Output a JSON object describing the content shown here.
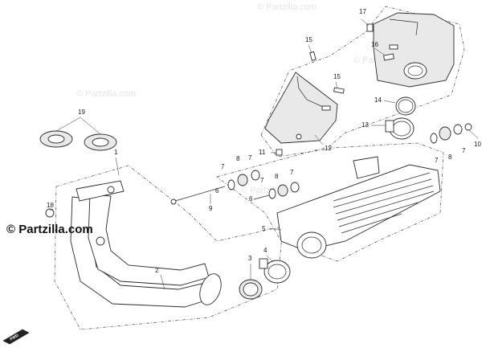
{
  "diagram": {
    "brand_label": "© Partzilla.com",
    "watermark": "© Partzilla.com",
    "badge_label": "FWD",
    "callouts": {
      "c1": "1",
      "c2": "2",
      "c3": "3",
      "c4": "4",
      "c5": "5",
      "c6a": "6",
      "c6b": "6",
      "c7a": "7",
      "c7b": "7",
      "c7c": "7",
      "c7d": "7",
      "c7e": "7",
      "c8a": "8",
      "c8b": "8",
      "c8c": "8",
      "c9": "9",
      "c10": "10",
      "c11": "11",
      "c12": "12",
      "c13": "13",
      "c14": "14",
      "c15a": "15",
      "c15b": "15",
      "c16": "16",
      "c17": "17",
      "c18": "18",
      "c19": "19"
    }
  }
}
